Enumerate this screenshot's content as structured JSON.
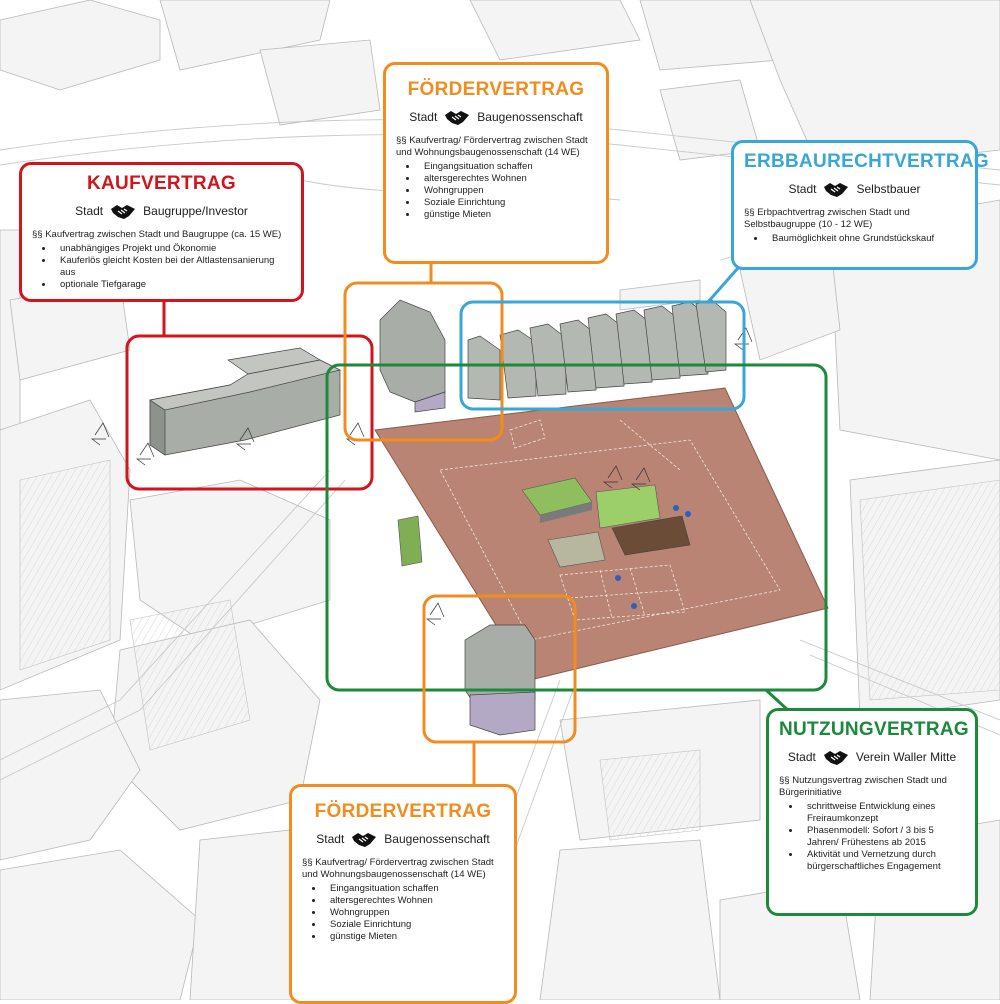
{
  "colors": {
    "kaufvertrag": "#d3141c",
    "foerdervertrag": "#f28c1e",
    "erbbaurecht": "#39a6d8",
    "nutzungsvertrag": "#1b8a3a",
    "plaza": "#b98474"
  },
  "icons": {
    "handshake": "handshake-icon"
  },
  "kaufvertrag": {
    "title": "KAUFVERTRAG",
    "party_a": "Stadt",
    "party_b": "Baugruppe/Investor",
    "desc": "§§ Kaufvertrag zwischen Stadt und Baugruppe (ca. 15 WE)",
    "items": [
      "unabhängiges Projekt und Ökonomie",
      "Kauferlös gleicht Kosten bei der Altlastensanierung aus",
      "optionale Tiefgarage"
    ]
  },
  "foerdervertrag_top": {
    "title": "FÖRDERVERTRAG",
    "party_a": "Stadt",
    "party_b": "Baugenossenschaft",
    "desc": "§§ Kaufvertrag/ Fördervertrag zwischen Stadt und Wohnungsbaugenossenschaft (14 WE)",
    "items": [
      "Eingangsituation schaffen",
      "altersgerechtes Wohnen",
      "Wohngruppen",
      "Soziale Einrichtung",
      "günstige Mieten"
    ]
  },
  "erbbaurecht": {
    "title": "ERBBAURECHTVERTRAG",
    "party_a": "Stadt",
    "party_b": "Selbstbauer",
    "desc": "§§ Erbpachtvertrag zwischen Stadt und Selbstbaugruppe (10 - 12 WE)",
    "items": [
      "Baumöglichkeit ohne Grundstückskauf"
    ]
  },
  "nutzungsvertrag": {
    "title": "NUTZUNGVERTRAG",
    "party_a": "Stadt",
    "party_b": "Verein Waller Mitte",
    "desc": "§§ Nutzungsvertrag zwischen Stadt und Bürgerinitiative",
    "items": [
      "schrittweise Entwicklung eines Freiraumkonzept",
      "Phasenmodell: Sofort / 3 bis 5 Jahren/ Frühestens ab 2015",
      "Aktivität und Vernetzung durch bürgerschaftliches Engagement"
    ]
  },
  "foerdervertrag_bottom": {
    "title": "FÖRDERVERTRAG",
    "party_a": "Stadt",
    "party_b": "Baugenossenschaft",
    "desc": "§§ Kaufvertrag/ Fördervertrag zwischen Stadt und Wohnungsbaugenossenschaft (14 WE)",
    "items": [
      "Eingangsituation schaffen",
      "altersgerechtes Wohnen",
      "Wohngruppen",
      "Soziale Einrichtung",
      "günstige Mieten"
    ]
  }
}
